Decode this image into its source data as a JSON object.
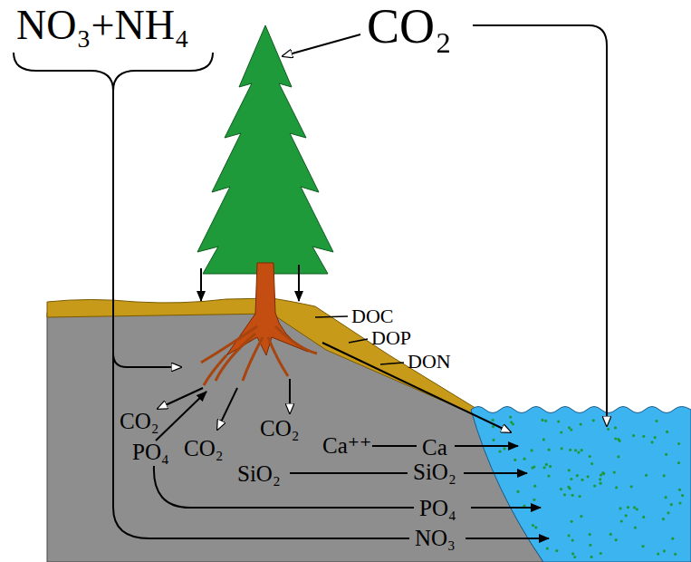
{
  "diagram": {
    "labels": [
      "NO₃+NH₄",
      "CO₂",
      "DOC",
      "DOP",
      "DON",
      "CO₂",
      "PO₄",
      "CO₂",
      "CO₂",
      "Ca⁺⁺",
      "Ca",
      "SiO₂",
      "SiO₂",
      "PO₄",
      "NO₃"
    ]
  }
}
